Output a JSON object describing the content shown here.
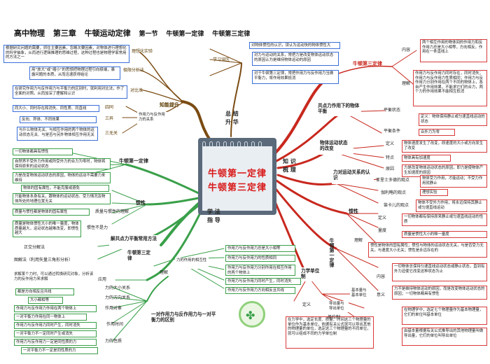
{
  "header": {
    "title": "高中物理",
    "chapter": "第三章",
    "chapter_title": "牛顿运动定律",
    "section": "第一节",
    "section_1": "牛顿第一定律",
    "section_2": "牛顿第三定律"
  },
  "center": {
    "line1": "牛顿第一定律",
    "line2": "牛顿第三定律"
  },
  "hubs": {
    "zongjie": "总 结",
    "shenghua": "升 华",
    "zhishi": "知 识",
    "shuli": "梳 理",
    "xuefa": "学 法",
    "zhidao": "指 导"
  },
  "top_left": {
    "branch": "知能提升",
    "ideal_exp": "理想化实验",
    "ideal_exp_box": "根据研究问题的需要，抓住主要因素，忽略次要因素，对物体进行理想化的科学抽象，从而进行逻辑推理的思维过程，这种过程也是物理学家常用的方法之一",
    "limit": "极限分析法",
    "limit_box": "用“放大”或“缩小”的思想把物理过程引向极端，暴露问题的本质，从而迅速获得结论",
    "contrast": "对比法",
    "contrast_box": "在研究作用力与反作用力与平衡力的区别时，就利用对比法，作了全面的对照，从而加深了理解和认识",
    "four_same": "四同",
    "four_same_box": "同大小、同时存在和消失、同性质、同直线",
    "three_diff": "三异",
    "three_diff_box": "反向、异体、不同效果",
    "three_none": "三无关",
    "three_none_box": "与什么物体无关、与相互作用的两个物体的运动状态无关、与是否与另外物体相互作用无关",
    "pair_label": "作用力与反作用力的关系"
  },
  "top_mid": {
    "mistakes": "学习误区",
    "m1": "对物体惯性的认识，误认为运动快的物体惯性大",
    "m2": "对力与运动的关系，常把力是改变物体运动状态的原因认为是维持物体运动的原因",
    "m3": "对于牛顿第三定律，常把作用力与反作用力当做平衡力，将作用效果抵消"
  },
  "right": {
    "newton3": "牛顿第三定律",
    "content": "内容",
    "content_box": "两个相互作用的物体间的作用力和反作用力总是大小相等，方向相反，作用在一条直线上",
    "understand": "理解",
    "understand_box": "作用力与反作用力同时存在，同时消失；作用力与反作用力性质相同；作用力与反作用力分别作用在两个不同的物体上，各自产生作用效果，不能求它们的合力，两个力的作用效果不能相互抵消",
    "cogen": "共点力作用下的物体平衡",
    "balance_state": "平衡状态",
    "balance_state_box": "定义：物体保持静止或匀速直线运动的状态",
    "balance_cond": "平衡条件",
    "balance_cond_box": "合外力为零",
    "motion_change": "物体运动状态的改变",
    "def": "定义",
    "def_box": "物体速度发生了改变，即速度的大小或方向发生了改变",
    "feature": "特点",
    "feature_box": "物体具有加速度",
    "reason": "原因",
    "reason_box": "力是改变物体运动状态的原因，即力是使物体产生加速度的原因",
    "force_motion": "力对运动关系的认识",
    "aristotle": "亚里士多德的观点",
    "aristotle_box": "物体受力作用，才能运动；不受力作用就静止",
    "galileo": "伽利略的观点",
    "galileo_box": "理想实验",
    "descartes": "笛卡儿的观点",
    "descartes_box": "物体不受外力作用，将永远保持其静止或匀速直线运动",
    "inertia": "惯性",
    "inertia_def": "定义",
    "inertia_def_box": "一切物体都有保持原来静止或匀速直线运动的性质",
    "measure": "量度",
    "measure_box": "质量是惯性大小的唯一量度",
    "inertia_u": "理解",
    "inertia_u_box": "惯性是物体的固有属性；惯性与物体的运动状态无关，与是否受力无关，与速度大小无关；惯性是永远存在的",
    "newton1": "牛顿第一定律",
    "content2": "内容",
    "content2_box": "一切物体总保持匀速直线运动状态或静止状态，直到有外力迫使它改变这种状态为止",
    "meaning": "意义",
    "meaning_box": "力不是维持物体运动的原因，而是改变物体运动状态的原因；一切物体都具有惯性",
    "force_unit": "力学单位制",
    "base_unit": "基本量与基本单位",
    "base_unit_box": "在物理学中，选定七个物理量作为基本物理量，它们的单位叫基本单位",
    "derived": "导出量与导出单位",
    "derived_box": "由基本量根据有关公式推导出的其他物理量叫做导出量，它们的单位叫导出单位",
    "def3": "定义",
    "def3_box": "在力学中，选定长度、质量、时间这三个物理量的单位作为基本单位，依据有关公式就可以导出其他的物理量的单位，选定这三个物理量的不同单位，就可以组成不同的力学单位制",
    "si": "单位制"
  },
  "left_bottom": {
    "newton1": "牛顿第一定律",
    "n1a": "一切物体都具有惯性",
    "n1b": "自然界不受外力作用或所受外力的合力为零时，物体将保持原来的运动状态",
    "n1c": "力是改变物体运动状态的原因，物体的运动不需要力来维持",
    "inertia": "惯性",
    "i1": "物体的固有属性，不能克服或避免",
    "i2": "只能物体本身有关，跟物体的运动状态、受力情况及物体所处的地理位置无关",
    "i3": "质量与惯性都是物体的固有属性",
    "i_rel": "质量与惯性的理解",
    "i4": "质量是物体惯性大小的唯一量度，物体质量越大，运动状态越难改变，即惯性越大",
    "i_not_force": "惯性不是力",
    "solve": "解共点力平衡常用方法",
    "s1": "正交分解法",
    "s2": "图解法（利用矢量三角形分析）",
    "newton3": "牛顿第三定律",
    "pair": "力的作用的相互性",
    "p1": "作用力与反作用力总是大小相等",
    "p2": "作用力与反作用力的性质相同",
    "p3": "作用力与反作用力分别作用在相互作用的两个物体上",
    "p4": "作用力与反作用力同时产生，同时消失",
    "p5": "作用力与反作用力方向相反且共线",
    "understand": "理解",
    "apply": "应用",
    "apply_box": "求解某个力时，可以通过转换研究对象，分析该力的反作用力来求解",
    "compare": "一对作用力与反作用力与一对平衡力的区别",
    "size": "力的大小关系",
    "dir": "力的方向关系",
    "obj": "作用对象",
    "time": "作用时间",
    "nature": "力的性质",
    "c1": "都是方向相反且共线",
    "c2": "大小都相等",
    "c3": "作用力与反作用力作用在两个物体上",
    "c4": "一对平衡力作用在同一物体上",
    "c5": "作用力与反作用力同时产生，同时消失",
    "c6": "一对平衡力不一定同时产生或消失",
    "c7": "作用力与反作用力一定是同性质的力",
    "c8": "一对平衡力不一定是同性质的力"
  }
}
